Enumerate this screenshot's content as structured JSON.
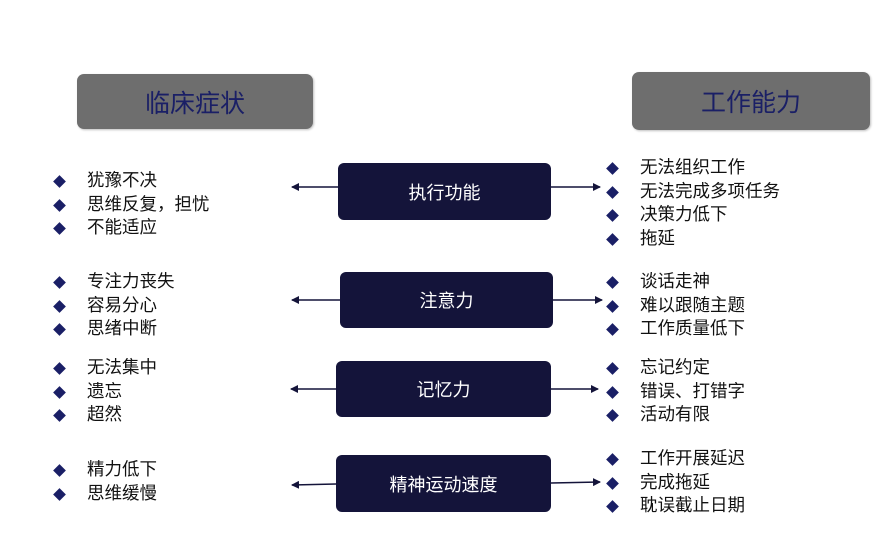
{
  "headers": {
    "left": "临床症状",
    "right": "工作能力"
  },
  "colors": {
    "header_bg": "#6e6e6e",
    "header_text": "#1a1f66",
    "box_bg": "#14143a",
    "bullet": "#1a1f66"
  },
  "rows": [
    {
      "center": "执行功能",
      "left": [
        "犹豫不决",
        "思维反复，担忧",
        "不能适应"
      ],
      "right": [
        "无法组织工作",
        "无法完成多项任务",
        "决策力低下",
        "拖延"
      ]
    },
    {
      "center": "注意力",
      "left": [
        "专注力丧失",
        "容易分心",
        "思绪中断"
      ],
      "right": [
        "谈话走神",
        "难以跟随主题",
        "工作质量低下"
      ]
    },
    {
      "center": "记忆力",
      "left": [
        "无法集中",
        "遗忘",
        "超然"
      ],
      "right": [
        "忘记约定",
        "错误、打错字",
        "活动有限"
      ]
    },
    {
      "center": "精神运动速度",
      "left": [
        "精力低下",
        "思维缓慢"
      ],
      "right": [
        "工作开展延迟",
        "完成拖延",
        "耽误截止日期"
      ]
    }
  ]
}
